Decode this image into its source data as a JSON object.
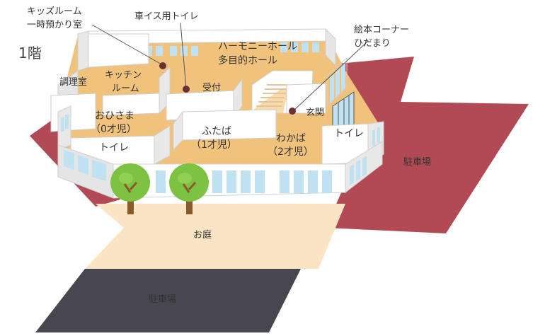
{
  "floor_label": "1階",
  "colors": {
    "parking_red": "#b24a55",
    "parking_dark": "#48474f",
    "garden": "#fbe4c4",
    "floor": "#f0c27c",
    "wall_white": "#ffffff",
    "wall_gray": "#d8d8d8",
    "window_blue": "#bfe1f2",
    "tree_green": "#7dc243",
    "trunk": "#8a5a2c",
    "marker": "#6b3030"
  },
  "rooms": {
    "kids_room": {
      "line1": "キッズルーム",
      "line2": "一時預かり室"
    },
    "wheelchair_toilet": "車イス用トイレ",
    "harmony_hall": {
      "line1": "ハーモニーホール",
      "line2": "多目的ホール"
    },
    "picture_book": {
      "line1": "絵本コーナー",
      "line2": "ひだまり"
    },
    "cooking_room": "調理室",
    "kitchen_room": {
      "line1": "キッチン",
      "line2": "ルーム"
    },
    "reception": "受付",
    "entrance": "玄関",
    "ohisama": {
      "line1": "おひさま",
      "line2": "（0才児）"
    },
    "futaba": {
      "line1": "ふたば",
      "line2": "（1才児）"
    },
    "wakaba": {
      "line1": "わかば",
      "line2": "（2才児）"
    },
    "toilet_left": "トイレ",
    "toilet_right": "トイレ"
  },
  "outdoor": {
    "parking_right": "駐車場",
    "garden": "お庭",
    "parking_bottom": "駐車場"
  },
  "markers": [
    "kids_room",
    "wheelchair_toilet",
    "picture_book"
  ]
}
